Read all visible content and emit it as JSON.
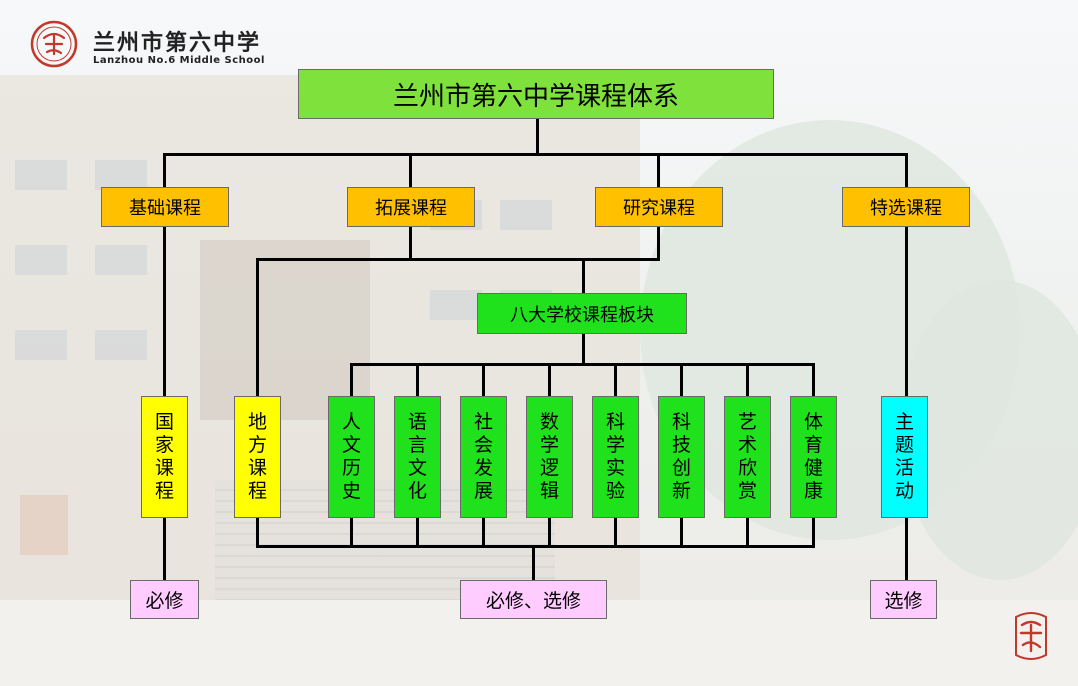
{
  "header": {
    "school_name": "兰州市第六中学",
    "school_name_en": "Lanzhou No.6 Middle School"
  },
  "diagram": {
    "title": "兰州市第六中学课程体系",
    "categories": [
      {
        "id": "cat-basic",
        "label": "基础课程"
      },
      {
        "id": "cat-extended",
        "label": "拓展课程"
      },
      {
        "id": "cat-research",
        "label": "研究课程"
      },
      {
        "id": "cat-special",
        "label": "特选课程"
      }
    ],
    "modules_title": "八大学校课程板块",
    "courses": [
      {
        "id": "national",
        "label": "国家课程"
      },
      {
        "id": "local",
        "label": "地方课程"
      },
      {
        "id": "humanities-history",
        "label": "人文历史"
      },
      {
        "id": "language-culture",
        "label": "语言文化"
      },
      {
        "id": "social-development",
        "label": "社会发展"
      },
      {
        "id": "math-logic",
        "label": "数学逻辑"
      },
      {
        "id": "science-experiment",
        "label": "科学实验"
      },
      {
        "id": "tech-innovation",
        "label": "科技创新"
      },
      {
        "id": "art-appreciation",
        "label": "艺术欣赏"
      },
      {
        "id": "sports-health",
        "label": "体育健康"
      },
      {
        "id": "theme-activity",
        "label": "主题活动"
      }
    ],
    "requirements": {
      "required": "必修",
      "required_elective": "必修、选修",
      "elective": "选修"
    }
  },
  "colors": {
    "title_box": "#7fe13c",
    "category_box": "#ffc000",
    "module_box": "#1fe11c",
    "yellow_box": "#ffff00",
    "cyan_box": "#00ffff",
    "tag_box": "#ffccff",
    "seal_red": "#c0392b"
  }
}
